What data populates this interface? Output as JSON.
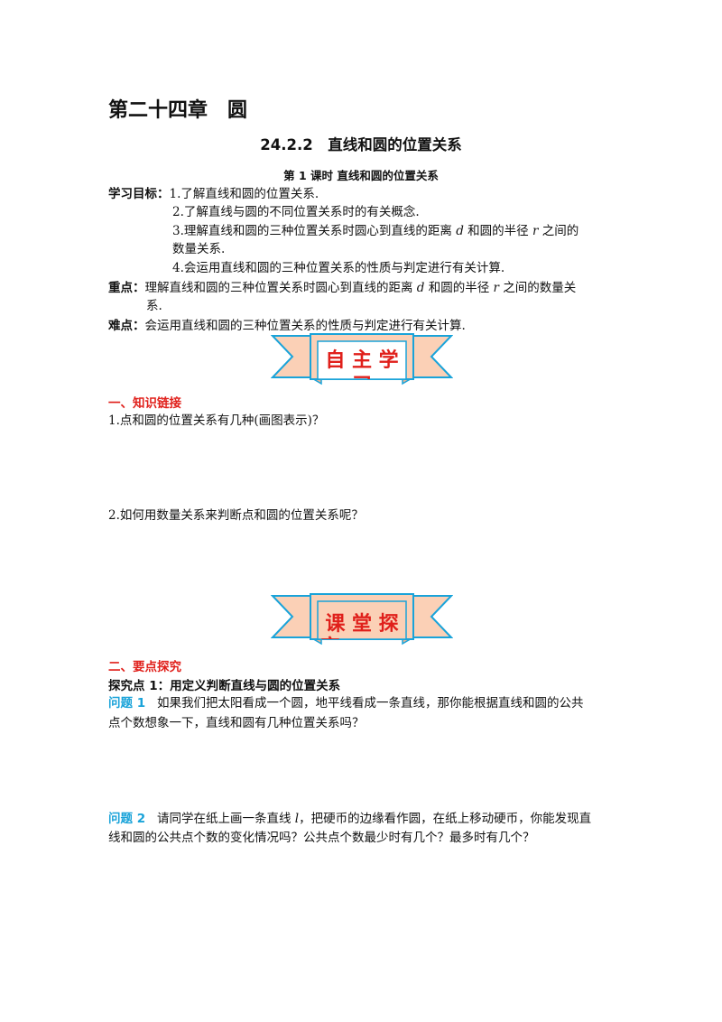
{
  "header": {
    "chapter_title": "第二十四章　圆",
    "section_title": "24.2.2　直线和圆的位置关系",
    "lesson_title": "第 1 课时  直线和圆的位置关系"
  },
  "objectives": {
    "label": "学习目标：",
    "item1": "1.了解直线和圆的位置关系.",
    "item2": "2.了解直线与圆的不同位置关系时的有关概念.",
    "item3_a": "3.理解直线和圆的三种位置关系时圆心到直线的距离",
    "item3_d": "d",
    "item3_b": "和圆的半径",
    "item3_r": "r",
    "item3_c": "之间的",
    "item3_line2": "数量关系.",
    "item4": "4.会运用直线和圆的三种位置关系的性质与判定进行有关计算."
  },
  "key_point": {
    "label": "重点：",
    "text_a": "理解直线和圆的三种位置关系时圆心到直线的距离",
    "d": "d",
    "text_b": "和圆的半径",
    "r": "r",
    "text_c": "之间的数量关",
    "line2": "系."
  },
  "difficulty": {
    "label": "难点：",
    "text": "会运用直线和圆的三种位置关系的性质与判定进行有关计算."
  },
  "banner1": {
    "text": "自 主 学",
    "cut_text": "习"
  },
  "part1": {
    "heading": "一、知识链接",
    "q1": "1.点和圆的位置关系有几种(画图表示)？",
    "q2": "2.如何用数量关系来判断点和圆的位置关系呢？"
  },
  "banner2": {
    "text": "课 堂 探",
    "cut_text": "究"
  },
  "part2": {
    "heading": "二、要点探究",
    "point1": "探究点 1：用定义判断直线与圆的位置关系",
    "problem1_label": "问题 1",
    "problem1_line1": "如果我们把太阳看成一个圆，地平线看成一条直线，那你能根据直线和圆的公共",
    "problem1_line2": "点个数想象一下，直线和圆有几种位置关系吗？",
    "problem2_label": "问题 2",
    "problem2_line1_a": "请同学在纸上画一条直线",
    "problem2_l": "l",
    "problem2_line1_b": "，把硬币的边缘看作圆，在纸上移动硬币，你能发现直",
    "problem2_line2": "线和圆的公共点个数的变化情况吗？公共点个数最少时有几个？最多时有几个？"
  },
  "colors": {
    "heading_red": "#e0201b",
    "question_blue": "#1aa3d9",
    "banner_fill": "#fbd0b6",
    "banner_stroke": "#1aa3d9"
  }
}
